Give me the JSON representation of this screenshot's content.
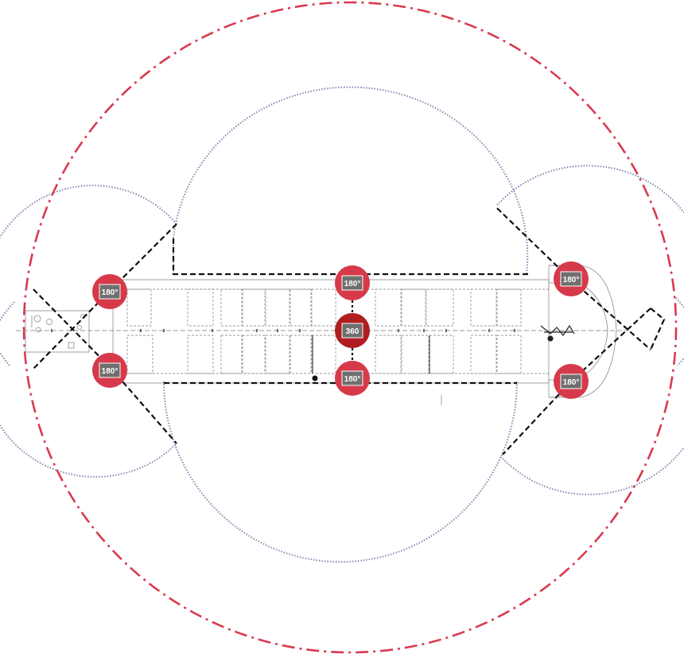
{
  "colors": {
    "coverage_360": "#d93a4f",
    "coverage_180": "#7b8bb0",
    "camera_fill": "#d63a4a",
    "camera_360_fill": "#b01e22",
    "camera_screen": "#6f6f6f",
    "field_of_view_line": "#111111",
    "floorplan": "#8a8a8a"
  },
  "cameras": [
    {
      "id": "cam-1",
      "label": "180°",
      "type": "180"
    },
    {
      "id": "cam-2",
      "label": "180°",
      "type": "180"
    },
    {
      "id": "cam-3",
      "label": "180°",
      "type": "180"
    },
    {
      "id": "cam-4",
      "label": "360",
      "type": "360"
    },
    {
      "id": "cam-5",
      "label": "180°",
      "type": "180"
    },
    {
      "id": "cam-6",
      "label": "180°",
      "type": "180"
    },
    {
      "id": "cam-7",
      "label": "180°",
      "type": "180"
    }
  ],
  "icons": {
    "camera": "camera-icon",
    "floorplan": "train-floorplan"
  }
}
